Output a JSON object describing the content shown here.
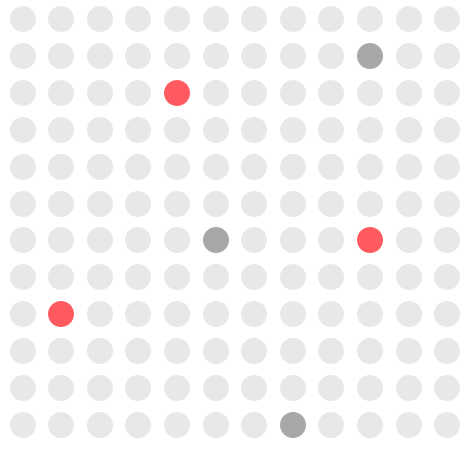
{
  "board": {
    "rows": 12,
    "cols": 12,
    "state_colors": {
      "empty": "#e8e8e8",
      "red": "#ff5a5f",
      "gray": "#a8a8a8"
    },
    "marked_cells": [
      {
        "row": 1,
        "col": 9,
        "state": "gray"
      },
      {
        "row": 2,
        "col": 4,
        "state": "red"
      },
      {
        "row": 6,
        "col": 5,
        "state": "gray"
      },
      {
        "row": 6,
        "col": 9,
        "state": "red"
      },
      {
        "row": 8,
        "col": 1,
        "state": "red"
      },
      {
        "row": 11,
        "col": 7,
        "state": "gray"
      }
    ]
  }
}
